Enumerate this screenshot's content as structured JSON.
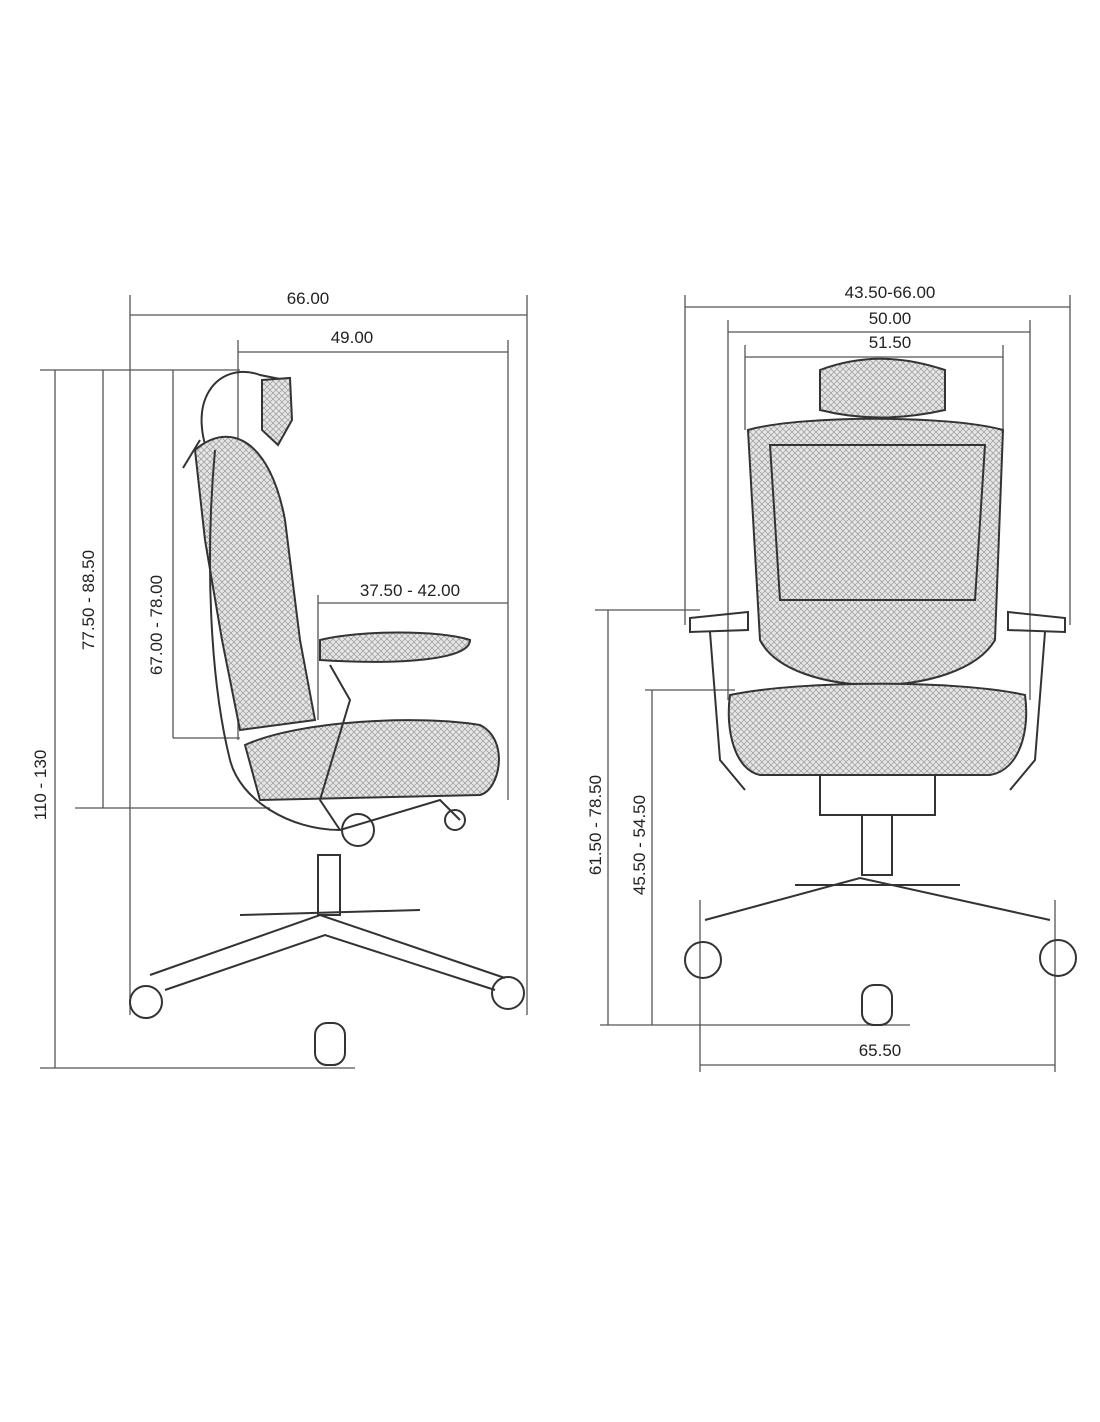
{
  "side_view": {
    "overall_depth": "66.00",
    "seat_depth": "49.00",
    "armrest_depth": "37.50 - 42.00",
    "overall_height": "110 - 130",
    "back_height": "77.50 - 88.50",
    "backrest_height": "67.00 - 78.00"
  },
  "front_view": {
    "armrest_width": "43.50-66.00",
    "seat_width": "50.00",
    "back_width": "51.50",
    "base_width": "65.50",
    "armrest_height": "61.50 - 78.50",
    "seat_height": "45.50 - 54.50"
  },
  "colors": {
    "line": "#333333",
    "background": "#ffffff"
  }
}
